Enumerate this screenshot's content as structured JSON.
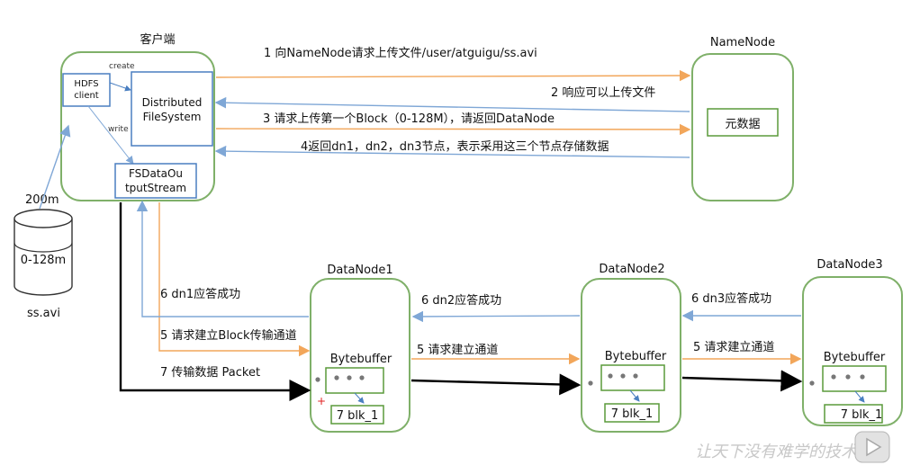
{
  "client": {
    "title": "客户端",
    "hdfs_client": [
      "HDFS",
      "client"
    ],
    "create_label": "create",
    "write_label": "write",
    "dfs": [
      "Distributed",
      "FileSystem"
    ],
    "fsdos": [
      "FSDataOu",
      "tputStream"
    ]
  },
  "file": {
    "size": "200m",
    "block": "0-128m",
    "name": "ss.avi"
  },
  "namenode": {
    "title": "NameNode",
    "metadata": "元数据"
  },
  "steps": {
    "s1": "1 向NameNode请求上传文件/user/atguigu/ss.avi",
    "s2": "2 响应可以上传文件",
    "s3": "3 请求上传第一个Block（0-128M），请返回DataNode",
    "s4": "4返回dn1，dn2，dn3节点，表示采用这三个节点存储数据",
    "s5_client": "5 请求建立Block传输通道",
    "s6_dn1": "6 dn1应答成功",
    "s7": "7 传输数据  Packet",
    "s5_dn2": "5 请求建立通道",
    "s6_dn2": "6 dn2应答成功",
    "s5_dn3": "5 请求建立通道",
    "s6_dn3": "6 dn3应答成功"
  },
  "datanodes": [
    {
      "title": "DataNode1",
      "buffer": "Bytebuffer",
      "block": "7 blk_1"
    },
    {
      "title": "DataNode2",
      "buffer": "Bytebuffer",
      "block": "7 blk_1"
    },
    {
      "title": "DataNode3",
      "buffer": "Bytebuffer",
      "block": "7 blk_1"
    }
  ],
  "plus_mark": "+",
  "watermark": "让天下没有难学的技术",
  "colors": {
    "node_border": "#7fb069",
    "inner_blue": "#4a7fc1",
    "request_arrow": "#f2a65a",
    "response_arrow": "#7fa7d6",
    "data_arrow": "#000000"
  },
  "icons": {
    "play": "play-icon"
  }
}
